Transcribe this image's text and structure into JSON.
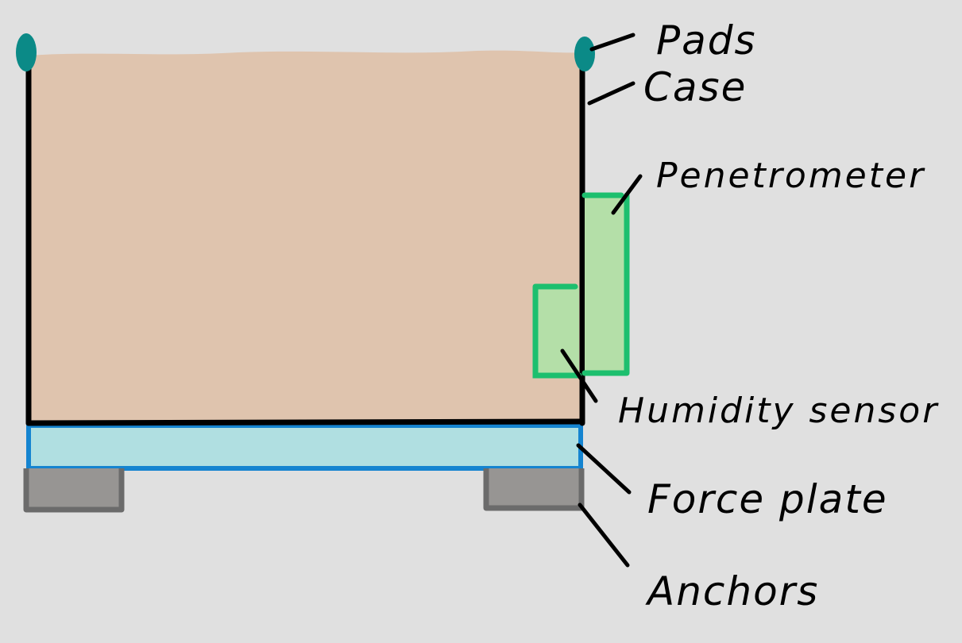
{
  "labels": {
    "pads": "Pads",
    "case": "Case",
    "penetrometer": "Penetrometer",
    "humidity_sensor": "Humidity sensor",
    "force_plate": "Force plate",
    "anchors": "Anchors"
  },
  "colors": {
    "background": "#e0e0e0",
    "soil": "#dfc4ae",
    "case_wall": "#000000",
    "pads": "#0b8a87",
    "sensor_fill": "#b4dfa8",
    "sensor_stroke": "#1dbf6e",
    "force_plate_fill": "#b0dfe1",
    "force_plate_stroke": "#1584d0",
    "anchor_fill": "#979593",
    "anchor_stroke": "#6b6b6b",
    "leader_lines": "#000000"
  }
}
